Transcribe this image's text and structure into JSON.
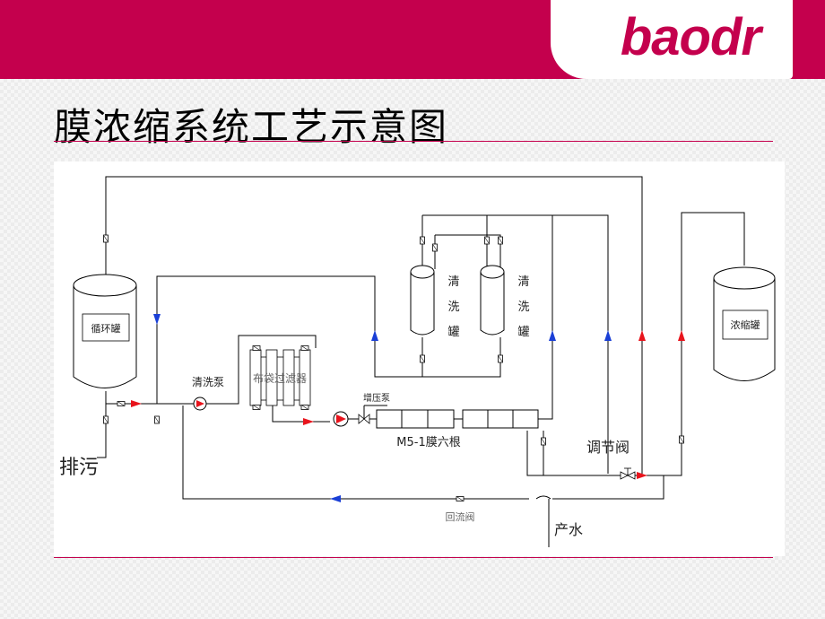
{
  "brand": {
    "logo_text": "baodr",
    "accent_color": "#c4004d"
  },
  "slide": {
    "title": "膜浓缩系统工艺示意图"
  },
  "diagram": {
    "circulation_tank": "循环罐",
    "concentrate_tank": "浓缩罐",
    "cleaning_tank_1": [
      "清",
      "洗",
      "罐"
    ],
    "cleaning_tank_2": [
      "清",
      "洗",
      "罐"
    ],
    "cleaning_pump": "清洗泵",
    "bag_filter": "布袋过滤器",
    "booster_pump": "增压泵",
    "membrane": "M5-1膜六根",
    "regulating_valve": "调节阀",
    "drain": "排污",
    "return_valve": "回流阀",
    "product_water": "产水",
    "flow_colors": {
      "pipe": "#000000",
      "forward": "#e8141c",
      "return": "#1a3fd6"
    }
  }
}
